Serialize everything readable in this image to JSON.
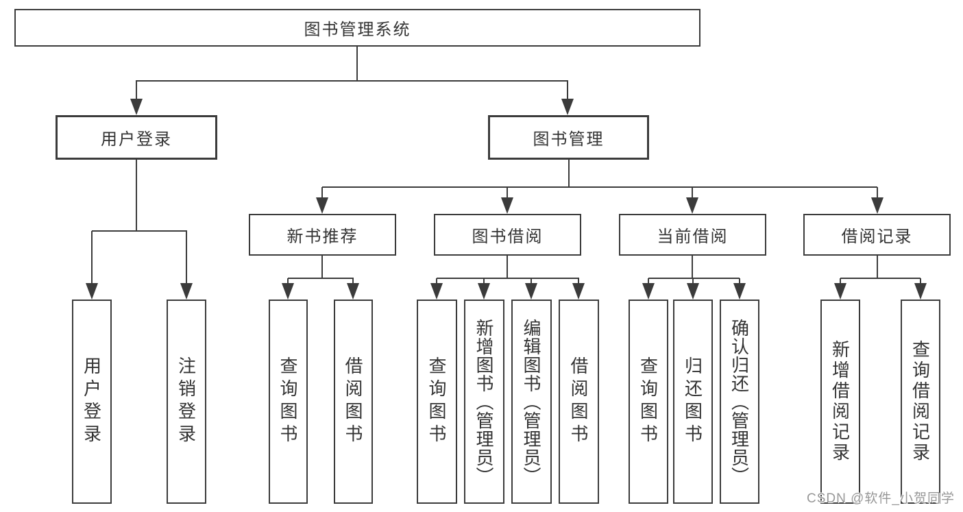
{
  "diagram": {
    "root": {
      "label": "图书管理系统"
    },
    "level2": [
      {
        "label": "用户登录"
      },
      {
        "label": "图书管理"
      }
    ],
    "level3": [
      {
        "label": "新书推荐"
      },
      {
        "label": "图书借阅"
      },
      {
        "label": "当前借阅"
      },
      {
        "label": "借阅记录"
      }
    ],
    "level4": [
      {
        "label": "用户登录"
      },
      {
        "label": "注销登录"
      },
      {
        "label": "查询图书"
      },
      {
        "label": "借阅图书"
      },
      {
        "label": "查询图书"
      },
      {
        "label": "新增图书（管理员）"
      },
      {
        "label": "编辑图书（管理员）"
      },
      {
        "label": "借阅图书"
      },
      {
        "label": "查询图书"
      },
      {
        "label": "归还图书"
      },
      {
        "label": "确认归还（管理员）"
      },
      {
        "label": "新增借阅记录"
      },
      {
        "label": "查询借阅记录"
      }
    ]
  },
  "watermark": {
    "text": "CSDN @软件_小贺同学"
  },
  "colors": {
    "line": "#3b3b3b",
    "text": "#333333",
    "background": "#ffffff",
    "watermark": "#979797"
  }
}
